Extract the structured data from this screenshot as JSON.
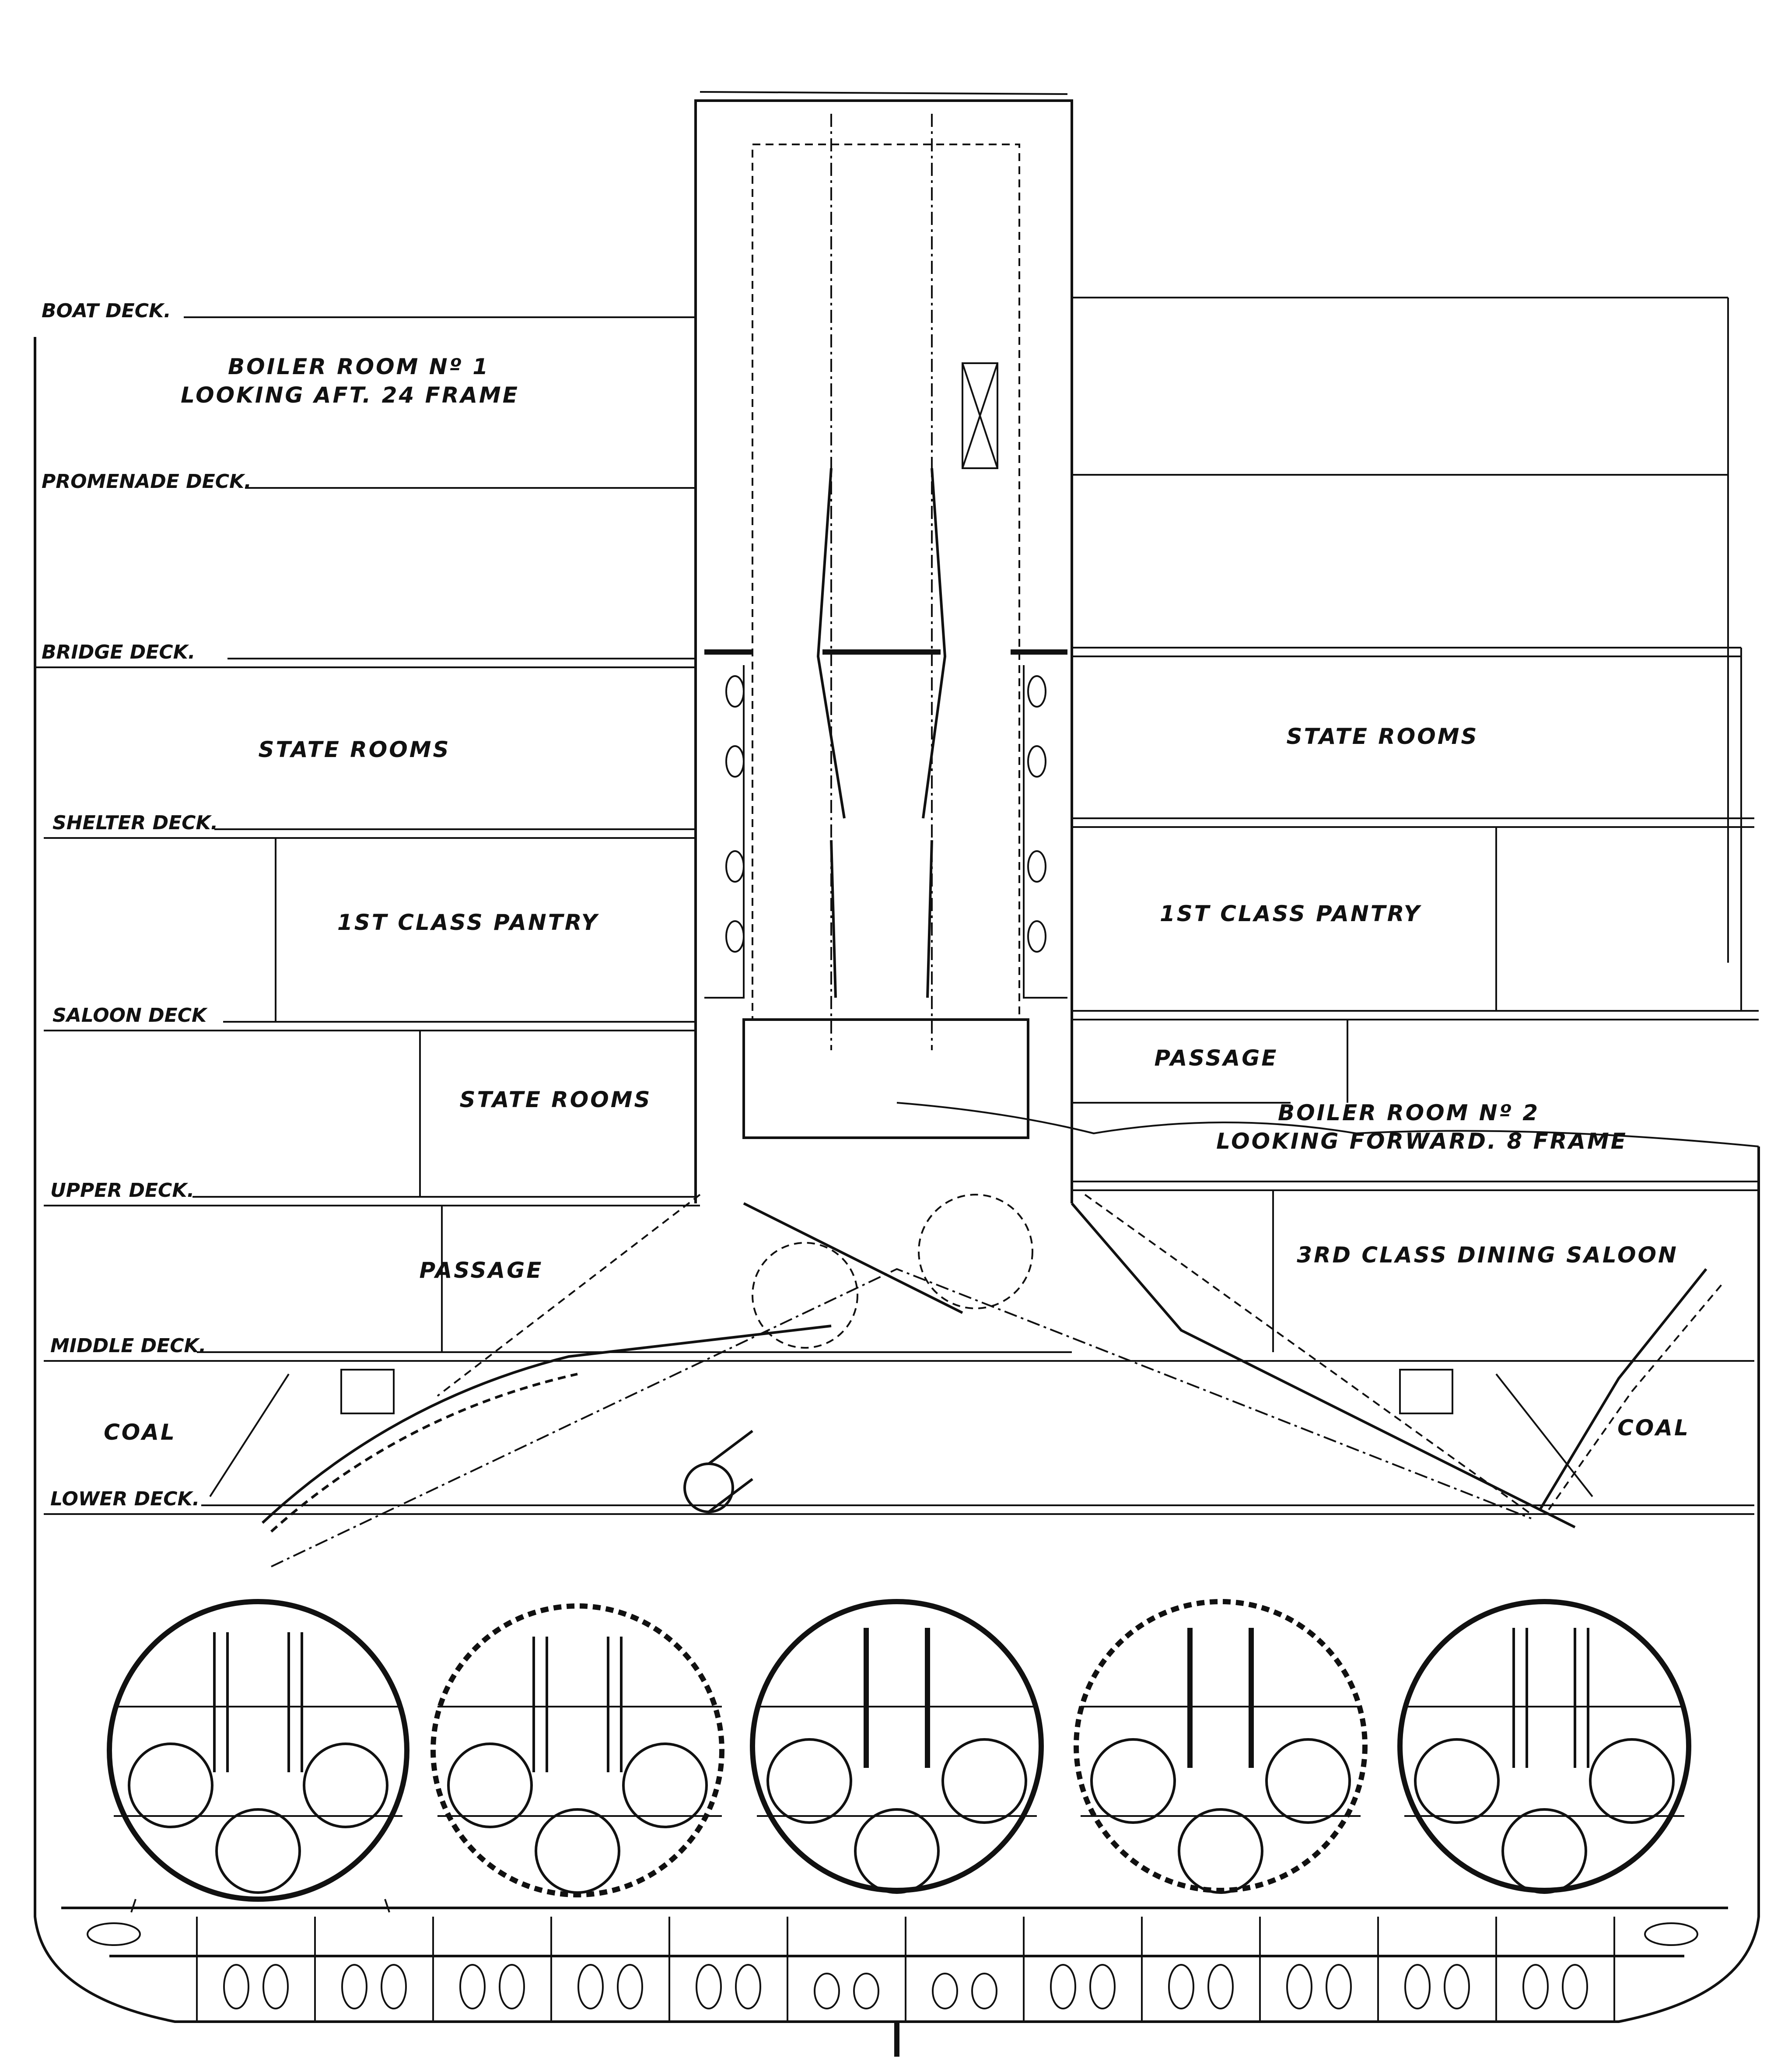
{
  "decks": [
    {
      "id": "boat",
      "label": "BOAT DECK."
    },
    {
      "id": "promenade",
      "label": "PROMENADE DECK."
    },
    {
      "id": "bridge",
      "label": "BRIDGE DECK."
    },
    {
      "id": "shelter",
      "label": "SHELTER DECK."
    },
    {
      "id": "saloon",
      "label": "SALOON DECK"
    },
    {
      "id": "upper",
      "label": "UPPER DECK."
    },
    {
      "id": "middle",
      "label": "MIDDLE DECK."
    },
    {
      "id": "lower",
      "label": "LOWER DECK."
    }
  ],
  "titles": {
    "boiler_room_1": {
      "line1": "BOILER ROOM Nº 1",
      "line2": "LOOKING AFT. 24 FRAME"
    },
    "boiler_room_2": {
      "line1": "BOILER ROOM Nº 2",
      "line2": "LOOKING FORWARD. 8 FRAME"
    }
  },
  "rooms": {
    "state_rooms_left": "STATE ROOMS",
    "state_rooms_right": "STATE ROOMS",
    "pantry_left": "1ST CLASS PANTRY",
    "pantry_right": "1ST CLASS PANTRY",
    "state_rooms_saloon": "STATE ROOMS",
    "passage_saloon": "PASSAGE",
    "passage_upper": "PASSAGE",
    "dining_saloon": "3RD CLASS DINING SALOON",
    "coal_left": "COAL",
    "coal_right": "COAL"
  },
  "boilers": [
    {
      "id": "boiler-1"
    },
    {
      "id": "boiler-2"
    },
    {
      "id": "boiler-3"
    },
    {
      "id": "boiler-4"
    },
    {
      "id": "boiler-5"
    }
  ],
  "colors": {
    "ink": "#111111",
    "paper": "#ffffff"
  }
}
